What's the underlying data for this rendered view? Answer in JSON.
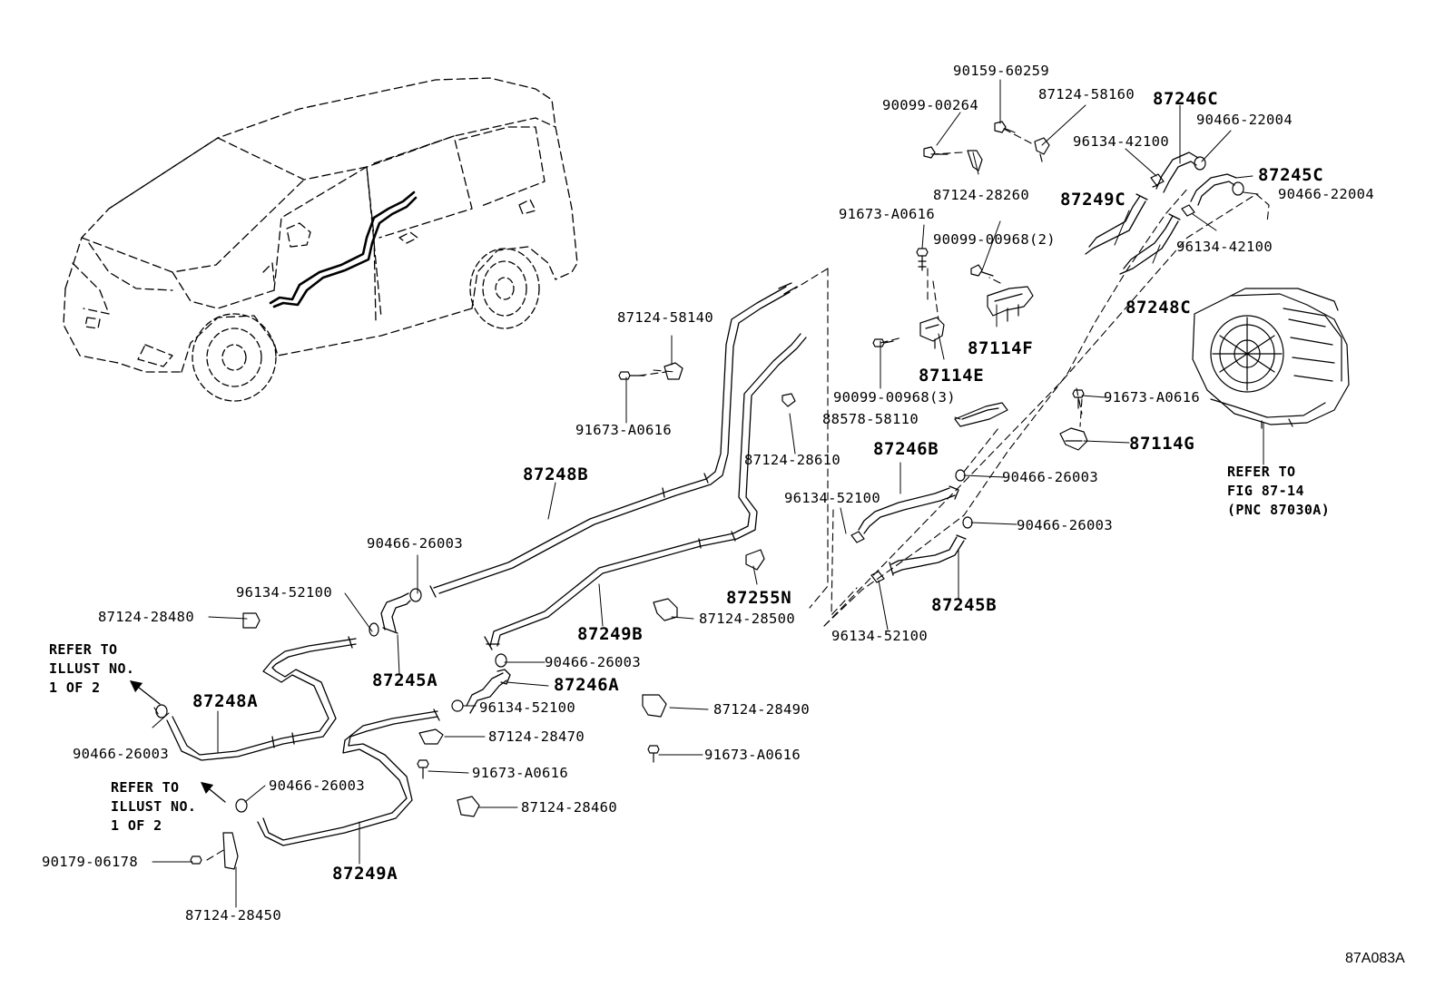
{
  "diagram": {
    "figure_code": "87A083A",
    "parts": [
      {
        "id": "p1",
        "label": "90159-60259"
      },
      {
        "id": "p2",
        "label": "87124-58160"
      },
      {
        "id": "p3",
        "label": "87246C"
      },
      {
        "id": "p4",
        "label": "90099-00264"
      },
      {
        "id": "p5",
        "label": "90466-22004"
      },
      {
        "id": "p6",
        "label": "96134-42100"
      },
      {
        "id": "p7",
        "label": "87245C"
      },
      {
        "id": "p8",
        "label": "90466-22004"
      },
      {
        "id": "p9",
        "label": "87124-28260"
      },
      {
        "id": "p10",
        "label": "87249C"
      },
      {
        "id": "p11",
        "label": "91673-A0616"
      },
      {
        "id": "p12",
        "label": "96134-42100"
      },
      {
        "id": "p13",
        "label": "90099-00968(2)"
      },
      {
        "id": "p14",
        "label": "87248C"
      },
      {
        "id": "p15",
        "label": "87124-58140"
      },
      {
        "id": "p16",
        "label": "87114F"
      },
      {
        "id": "p17",
        "label": "87114E"
      },
      {
        "id": "p18",
        "label": "91673-A0616"
      },
      {
        "id": "p19",
        "label": "90099-00968(3)"
      },
      {
        "id": "p20",
        "label": "91673-A0616"
      },
      {
        "id": "p21",
        "label": "88578-58110"
      },
      {
        "id": "p22",
        "label": "87114G"
      },
      {
        "id": "p23",
        "label": "87124-28610"
      },
      {
        "id": "p24",
        "label": "87248B"
      },
      {
        "id": "p25",
        "label": "87246B"
      },
      {
        "id": "p26",
        "label": "90466-26003"
      },
      {
        "id": "p27",
        "label": "96134-52100"
      },
      {
        "id": "p28",
        "label": "90466-26003"
      },
      {
        "id": "p29",
        "label": "90466-26003"
      },
      {
        "id": "p30",
        "label": "96134-52100"
      },
      {
        "id": "p31",
        "label": "87255N"
      },
      {
        "id": "p32",
        "label": "87124-28480"
      },
      {
        "id": "p33",
        "label": "87124-28500"
      },
      {
        "id": "p34",
        "label": "87245B"
      },
      {
        "id": "p35",
        "label": "87249B"
      },
      {
        "id": "p36",
        "label": "96134-52100"
      },
      {
        "id": "p37",
        "label": "87245A"
      },
      {
        "id": "p38",
        "label": "90466-26003"
      },
      {
        "id": "p39",
        "label": "87246A"
      },
      {
        "id": "p40",
        "label": "87248A"
      },
      {
        "id": "p41",
        "label": "96134-52100"
      },
      {
        "id": "p42",
        "label": "87124-28490"
      },
      {
        "id": "p43",
        "label": "87124-28470"
      },
      {
        "id": "p44",
        "label": "90466-26003"
      },
      {
        "id": "p45",
        "label": "91673-A0616"
      },
      {
        "id": "p46",
        "label": "91673-A0616"
      },
      {
        "id": "p47",
        "label": "90466-26003"
      },
      {
        "id": "p48",
        "label": "87124-28460"
      },
      {
        "id": "p49",
        "label": "90179-06178"
      },
      {
        "id": "p50",
        "label": "87249A"
      },
      {
        "id": "p51",
        "label": "87124-28450"
      }
    ],
    "notes": {
      "refer_illust_1": "REFER TO\nILLUST NO.\n1 OF 2",
      "refer_illust_2": "REFER TO\nILLUST NO.\n1 OF 2",
      "refer_fig": "REFER TO\nFIG 87-14\n(PNC 87030A)"
    }
  }
}
